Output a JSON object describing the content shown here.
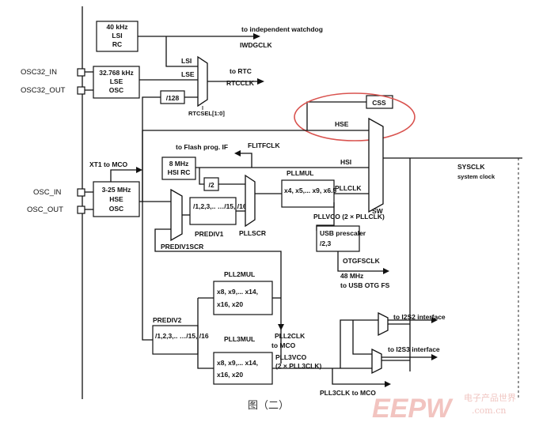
{
  "diagram": {
    "blocks": {
      "lsi": [
        "40 kHz",
        "LSI",
        "RC"
      ],
      "lse": [
        "32.768 kHz",
        "LSE",
        "OSC"
      ],
      "div128": "/128",
      "css": "CSS",
      "hsi_rc": [
        "8 MHz",
        "HSI RC"
      ],
      "div2": "/2",
      "hse": [
        "3-25 MHz",
        "HSE",
        "OSC"
      ],
      "prediv1": "/1,2,3,.. …/15, /16",
      "pllmul": "x4, x5,... x9, x6.5",
      "usb_prescaler": [
        "USB prescaler",
        "/2,3"
      ],
      "pll2mul": [
        "x8, x9,... x14,",
        "x16, x20"
      ],
      "prediv2": "/1,2,3,.. …/15, /16",
      "pll3mul": [
        "x8, x9,... x14,",
        "x16, x20"
      ]
    },
    "pins": {
      "osc32_in": "OSC32_IN",
      "osc32_out": "OSC32_OUT",
      "osc_in": "OSC_IN",
      "osc_out": "OSC_OUT"
    },
    "labels": {
      "to_iwdg": "to independent watchdog",
      "iwdgclk": "IWDGCLK",
      "lsi_in": "LSI",
      "lse_in": "LSE",
      "to_rtc": "to RTC",
      "rtcclk": "RTCCLK",
      "rtcsel": "RTCSEL[1:0]",
      "hse_line": "HSE",
      "to_flash": "to Flash prog. IF",
      "flitfclk": "FLITFCLK",
      "hsi_line": "HSI",
      "xt1_mco": "XT1 to MCO",
      "pllmul_title": "PLLMUL",
      "pllclk": "PLLCLK",
      "sw": "SW",
      "sysclk": "SYSCLK",
      "system_clock": "system clock",
      "prediv1_title": "PREDIV1",
      "prediv1scr": "PREDIV1SCR",
      "pllscr": "PLLSCR",
      "pllvco": "PLLVCO (2 × PLLCLK)",
      "otgfsclk": "OTGFSCLK",
      "usb_freq": "48 MHz",
      "to_usb": "to USB OTG FS",
      "pll2mul_title": "PLL2MUL",
      "pll2clk": "PLL2CLK",
      "to_mco_2": "to MCO",
      "prediv2_title": "PREDIV2",
      "pll3mul_title": "PLL3MUL",
      "pll3vco": "PLL3VCO",
      "pll3vco_eq": "(2 × PLL3CLK)",
      "pll3clk_mco": "PLL3CLK to MCO",
      "i2s2": "to I2S2 interface",
      "i2s3": "to I2S3 interface"
    },
    "caption": "图（二）"
  },
  "watermark": {
    "brand": "EEPW",
    "site": "电子产品世界",
    "url": ".com.cn",
    "color": "#f2c4c0"
  },
  "highlight_color": "#d9534f"
}
